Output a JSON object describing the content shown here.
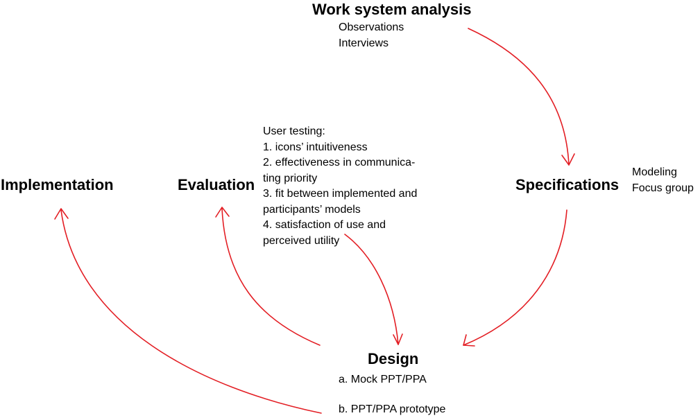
{
  "diagram": {
    "accent_color": "#e31e24",
    "nodes": {
      "work_system_analysis": {
        "title": "Work system analysis",
        "notes": [
          "Observations",
          "Interviews"
        ]
      },
      "specifications": {
        "title": "Specifications",
        "notes": [
          "Modeling",
          "Focus group"
        ]
      },
      "design": {
        "title": "Design",
        "notes": [
          "a. Mock PPT/PPA",
          "b. PPT/PPA prototype"
        ]
      },
      "evaluation": {
        "title": "Evaluation",
        "notes": [
          "User testing:",
          "1. icons’ intuitiveness",
          "2. effectiveness in communica-",
          "ting priority",
          "3. fit between implemented and",
          "participants’ models",
          "4. satisfaction of use and",
          "perceived utility"
        ]
      },
      "implementation": {
        "title": "Implementation"
      }
    },
    "edges": [
      {
        "from": "Work system analysis",
        "to": "Specifications"
      },
      {
        "from": "Specifications",
        "to": "Design"
      },
      {
        "from": "Evaluation",
        "to": "Design"
      },
      {
        "from": "Design",
        "to": "Evaluation"
      },
      {
        "from": "Design",
        "to": "Implementation"
      }
    ]
  }
}
